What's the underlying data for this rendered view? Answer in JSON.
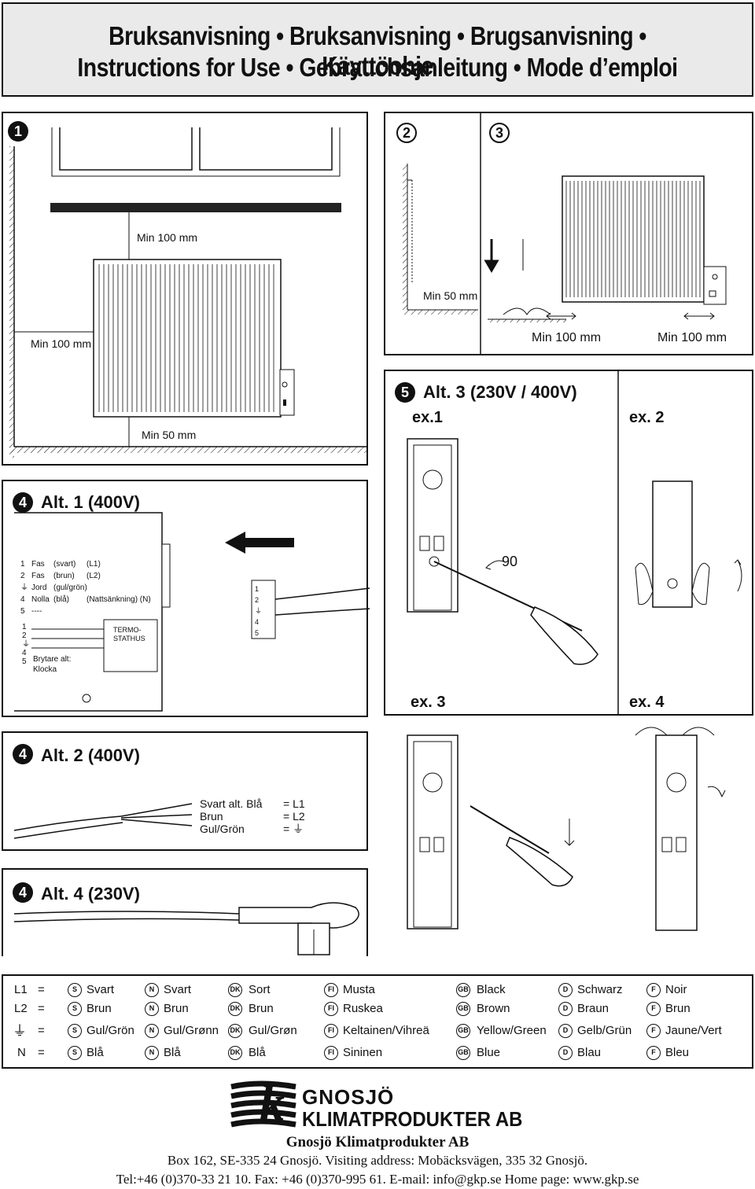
{
  "title": {
    "line1": "Bruksanvisning • Bruksanvisning • Brugsanvisning • Käyttöohje",
    "line2": "Instructions for Use • Gebrauchsanleitung • Mode d’emploi"
  },
  "panel1": {
    "number": "1",
    "min_top": "Min 100 mm",
    "min_left": "Min 100 mm",
    "min_bottom": "Min 50 mm"
  },
  "panel2": {
    "number": "2",
    "min_floor": "Min 50 mm",
    "min_side": "Min 100 mm"
  },
  "panel3": {
    "number": "3",
    "min_side": "Min 100 mm"
  },
  "panel5": {
    "number": "5",
    "heading": "Alt. 3 (230V / 400V)",
    "ex1": "ex.1",
    "ex2": "ex. 2",
    "ex3": "ex. 3",
    "ex4": "ex. 4",
    "degree_label": "90"
  },
  "alt1": {
    "number": "4",
    "heading": "Alt. 1 (400V)",
    "wire_table": [
      [
        "1",
        "Fas",
        "(svart)",
        "(L1)"
      ],
      [
        "2",
        "Fas",
        "(brun)",
        "(L2)"
      ],
      [
        "⏚",
        "Jord",
        "(gul/grön)",
        ""
      ],
      [
        "4",
        "Nolla",
        "(blå)",
        "(Nattsänkning) (N)"
      ],
      [
        "5",
        "----",
        "",
        ""
      ]
    ],
    "terminal_labels": [
      "1",
      "2",
      "⏚",
      "4",
      "5"
    ],
    "thermostat": "TERMO-",
    "thermostat2": "STATHUS",
    "switch_note": "Brytare alt:",
    "switch_note2": "Klocka",
    "connector_labels": [
      "1",
      "2",
      "⏚",
      "4",
      "5"
    ]
  },
  "alt2": {
    "number": "4",
    "heading": "Alt. 2 (400V)",
    "rows": [
      {
        "name": "Svart alt. Blå",
        "value": "= L1"
      },
      {
        "name": "Brun",
        "value": "= L2"
      },
      {
        "name": "Gul/Grön",
        "value": "= ⏚"
      }
    ]
  },
  "alt4": {
    "number": "4",
    "heading": "Alt. 4 (230V)"
  },
  "legend": {
    "rows": [
      {
        "key": "L1",
        "eq": "=",
        "S": "Svart",
        "N": "Svart",
        "DK": "Sort",
        "FI": "Musta",
        "GB": "Black",
        "D": "Schwarz",
        "F": "Noir"
      },
      {
        "key": "L2",
        "eq": "=",
        "S": "Brun",
        "N": "Brun",
        "DK": "Brun",
        "FI": "Ruskea",
        "GB": "Brown",
        "D": "Braun",
        "F": "Brun"
      },
      {
        "key": "⏚",
        "eq": "=",
        "S": "Gul/Grön",
        "N": "Gul/Grønn",
        "DK": "Gul/Grøn",
        "FI": "Keltainen/Vihreä",
        "GB": "Yellow/Green",
        "D": "Gelb/Grün",
        "F": "Jaune/Vert"
      },
      {
        "key": "N",
        "eq": "=",
        "S": "Blå",
        "N": "Blå",
        "DK": "Blå",
        "FI": "Sininen",
        "GB": "Blue",
        "D": "Blau",
        "F": "Bleu"
      }
    ],
    "codes": [
      "S",
      "N",
      "DK",
      "FI",
      "GB",
      "D",
      "F"
    ]
  },
  "company": {
    "logo_line1": "GNOSJÖ",
    "logo_line2": "KLIMATPRODUKTER AB",
    "logo_letter": "k",
    "name": "Gnosjö Klimatprodukter AB",
    "address": "Box 162, SE-335 24 Gnosjö. Visiting address: Mobäcksvägen, 335 32 Gnosjö.",
    "contact": "Tel:+46 (0)370-33 21 10. Fax: +46 (0)370-995 61. E-mail: info@gkp.se Home page: www.gkp.se"
  }
}
